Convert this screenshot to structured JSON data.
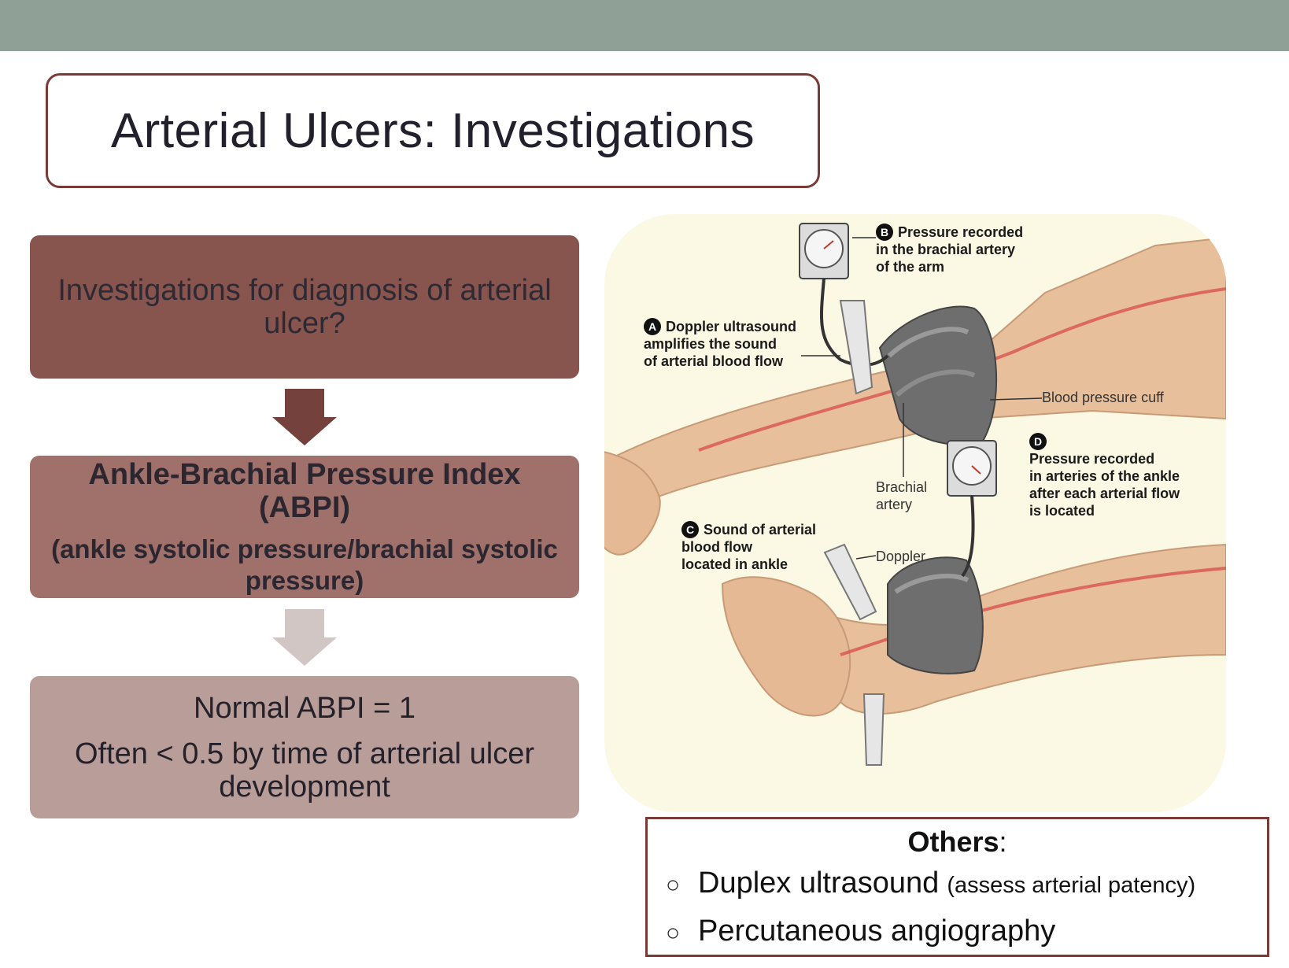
{
  "slide": {
    "title": "Arterial Ulcers: Investigations",
    "colors": {
      "band": "#8fa197",
      "border": "#7a3b36",
      "box1": "#88544e",
      "box2": "#a0716b",
      "box3": "#b89d99",
      "arrow1": "#74413c",
      "arrow2": "#d2c6c4"
    }
  },
  "flow": {
    "box1": {
      "text": "Investigations for diagnosis of arterial ulcer?"
    },
    "box2": {
      "heading": "Ankle-Brachial Pressure Index (ABPI)",
      "subtext": "(ankle systolic pressure/brachial systolic pressure)"
    },
    "box3": {
      "line1": "Normal ABPI = 1",
      "line2": "Often < 0.5 by time of arterial ulcer development"
    }
  },
  "illustration": {
    "labels": {
      "a_badge": "A",
      "a": "Doppler ultrasound\namplifies the sound\nof arterial blood flow",
      "b_badge": "B",
      "b": "Pressure recorded\nin the brachial artery\nof the arm",
      "c_badge": "C",
      "c": "Sound of arterial\nblood flow\nlocated in ankle",
      "d_badge": "D",
      "d": "Pressure recorded\nin arteries of the ankle\nafter each arterial flow\nis located",
      "cuff": "Blood pressure cuff",
      "brachial": "Brachial\nartery",
      "doppler": "Doppler"
    }
  },
  "others": {
    "heading": "Others",
    "colon": ":",
    "bullet_glyph": "○",
    "items": [
      {
        "main": "Duplex ultrasound",
        "note": "(assess arterial patency)"
      },
      {
        "main": "Percutaneous angiography",
        "note": ""
      }
    ]
  }
}
